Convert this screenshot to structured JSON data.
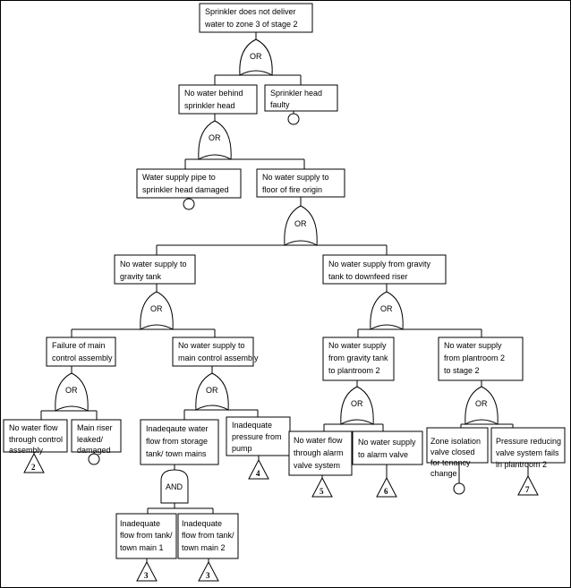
{
  "events": {
    "top": [
      "Sprinkler does not deliver",
      "water to zone 3 of stage 2"
    ],
    "e1": [
      "No water behind",
      "sprinkler head"
    ],
    "e2": [
      "Sprinkler head",
      "faulty"
    ],
    "e3": [
      "Water supply pipe to",
      "sprinkler head damaged"
    ],
    "e4": [
      "No water supply to",
      "floor of fire origin"
    ],
    "e5": [
      "No water supply to",
      "gravity tank"
    ],
    "e6": [
      "No water supply from gravity",
      "tank to downfeed riser"
    ],
    "e7": [
      "Failure of main",
      "control assembly"
    ],
    "e8": [
      "No water supply  to",
      "main control assembly"
    ],
    "e9": [
      "No water supply",
      "from gravity tank",
      "to plantroom 2"
    ],
    "e10": [
      "No water supply",
      "from plantroom 2",
      "to stage 2"
    ],
    "e11": [
      "No water flow",
      "through control",
      "assembly"
    ],
    "e12": [
      "Main riser",
      "leaked/",
      "damaged"
    ],
    "e13": [
      "Inadeqaute water",
      "flow from storage",
      "tank/ town mains"
    ],
    "e14": [
      "Inadequate",
      "pressure from",
      "pump"
    ],
    "e15": [
      "No water flow",
      "through alarm",
      "valve system"
    ],
    "e16": [
      "No water supply",
      "to alarm valve"
    ],
    "e17": [
      "Zone isolation",
      "valve closed",
      "for tenancy",
      "change"
    ],
    "e18": [
      "Pressure reducing",
      "valve system fails",
      "in plantroom 2"
    ],
    "e19": [
      "Inadequate",
      "flow from tank/",
      "town main 1"
    ],
    "e20": [
      "Inadequate",
      "flow from tank/",
      "town main 2"
    ]
  },
  "gates": {
    "or_label": "OR",
    "and_label": "AND"
  },
  "transfers": {
    "t_e11": "2",
    "t_e14": "4",
    "t_e15": "5",
    "t_e16": "6",
    "t_e18": "7",
    "t_e19": "3",
    "t_e20": "3"
  }
}
